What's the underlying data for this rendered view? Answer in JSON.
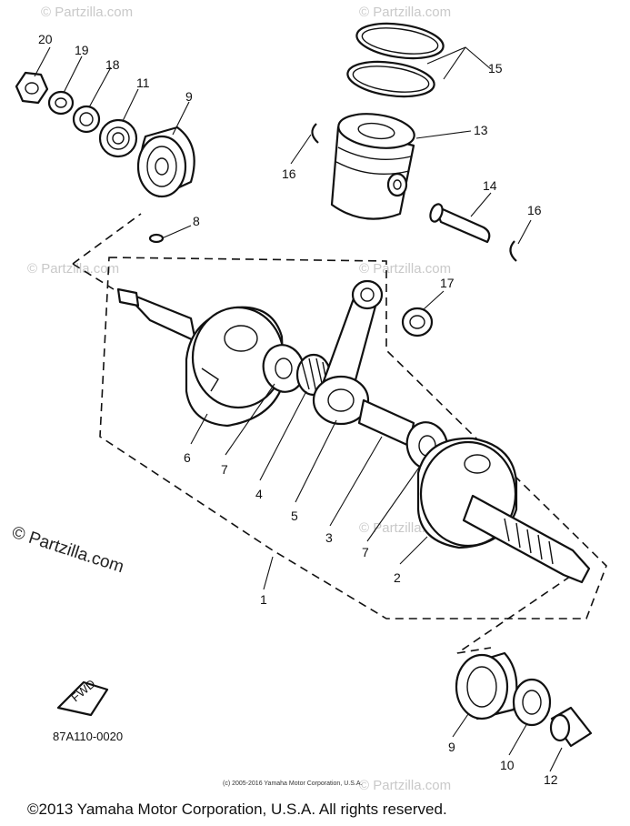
{
  "diagram": {
    "callouts": {
      "c20": "20",
      "c19": "19",
      "c18": "18",
      "c11": "11",
      "c9a": "9",
      "c15": "15",
      "c13": "13",
      "c16a": "16",
      "c14": "14",
      "c16b": "16",
      "c8": "8",
      "c17": "17",
      "c6": "6",
      "c7a": "7",
      "c4": "4",
      "c5": "5",
      "c3": "3",
      "c7b": "7",
      "c2": "2",
      "c1": "1",
      "c9b": "9",
      "c10": "10",
      "c12": "12"
    },
    "fwd_label": "FWD",
    "figure_code": "87A110-0020",
    "small_copyright": "(c) 2005-2016 Yamaha Motor Corporation, U.S.A.",
    "main_copyright": "©2013 Yamaha Motor Corporation, U.S.A. All rights reserved.",
    "side_watermark": "© Partzilla.com",
    "watermark_text": "© Partzilla.com"
  }
}
